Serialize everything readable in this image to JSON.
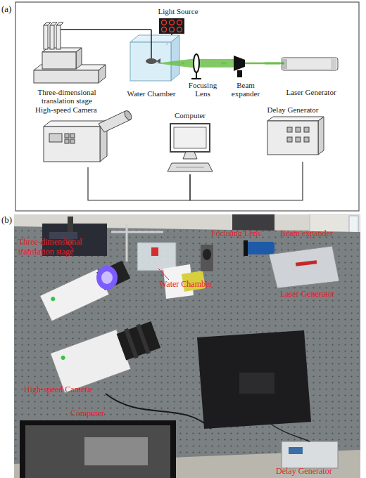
{
  "diagram": {
    "nodes": [
      {
        "text": [
          "Light Source"
        ]
      },
      {
        "text": [
          "Three-dimensional translation stage"
        ]
      },
      {
        "text": [
          "Water Chamber"
        ]
      },
      {
        "text": [
          "Focusing Lens"
        ]
      },
      {
        "text": [
          "Beam expander"
        ]
      },
      {
        "text": [
          "Laser Generator"
        ]
      },
      {
        "text": [
          "High-speed Camera"
        ]
      },
      {
        "text": [
          "Computer"
        ]
      },
      {
        "text": [
          "Delay Generator"
        ]
      }
    ],
    "edges": [
      {
        "from": 5,
        "to": 4,
        "arrow": "none"
      },
      {
        "from": 4,
        "to": 3,
        "arrow": "none"
      },
      {
        "from": 3,
        "to": 2,
        "arrow": "none"
      },
      {
        "from": 6,
        "to": 7,
        "arrow": "none"
      },
      {
        "from": 7,
        "to": 8,
        "arrow": "none"
      }
    ],
    "labels": [
      "(a)",
      "(b)",
      "Three-dimensional translation stage",
      "Focusing Lens",
      "Beam expander",
      "Water Chamber",
      "Laser Generator",
      "High-speed Camera",
      "Computer",
      "Delay Generator"
    ]
  }
}
